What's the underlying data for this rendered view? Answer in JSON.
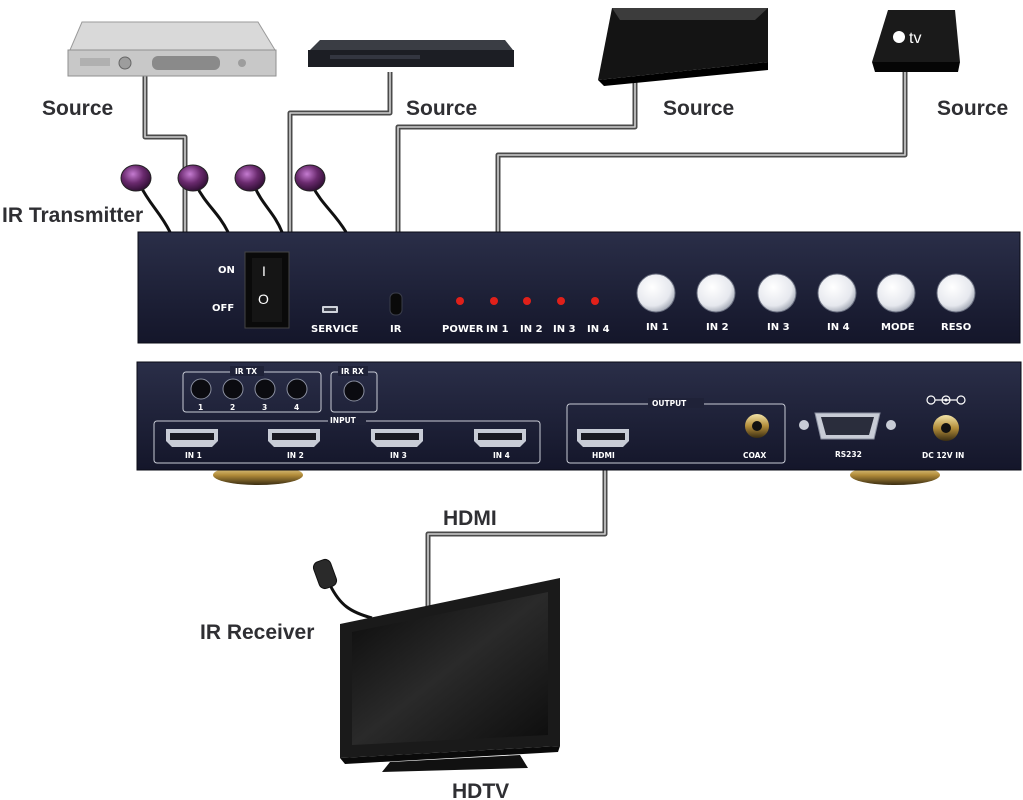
{
  "labels": {
    "source_1": "Source",
    "source_2": "Source",
    "source_3": "Source",
    "source_4": "Source",
    "ir_transmitter": "IR Transmitter",
    "hdmi": "HDMI",
    "ir_receiver": "IR Receiver",
    "hdtv": "HDTV"
  },
  "apple_tv_text": "tv",
  "front_panel": {
    "on": "ON",
    "off": "OFF",
    "switch_on_mark": "I",
    "switch_off_mark": "O",
    "service": "SERVICE",
    "ir": "IR",
    "leds": [
      "POWER",
      "IN 1",
      "IN 2",
      "IN 3",
      "IN 4"
    ],
    "buttons": [
      "IN 1",
      "IN 2",
      "IN 3",
      "IN 4",
      "MODE",
      "RESO"
    ]
  },
  "rear_panel": {
    "ir_tx": "IR TX",
    "ir_tx_ports": [
      "1",
      "2",
      "3",
      "4"
    ],
    "ir_rx": "IR RX",
    "input": "INPUT",
    "inputs": [
      "IN 1",
      "IN 2",
      "IN 3",
      "IN 4"
    ],
    "output": "OUTPUT",
    "hdmi_out": "HDMI",
    "coax": "COAX",
    "rs232": "RS232",
    "dc": "DC 12V IN"
  },
  "colors": {
    "panel": "#1b1e33",
    "led": "#e0201a",
    "emitter": "#6a2a6e",
    "label": "#2f2f33"
  }
}
